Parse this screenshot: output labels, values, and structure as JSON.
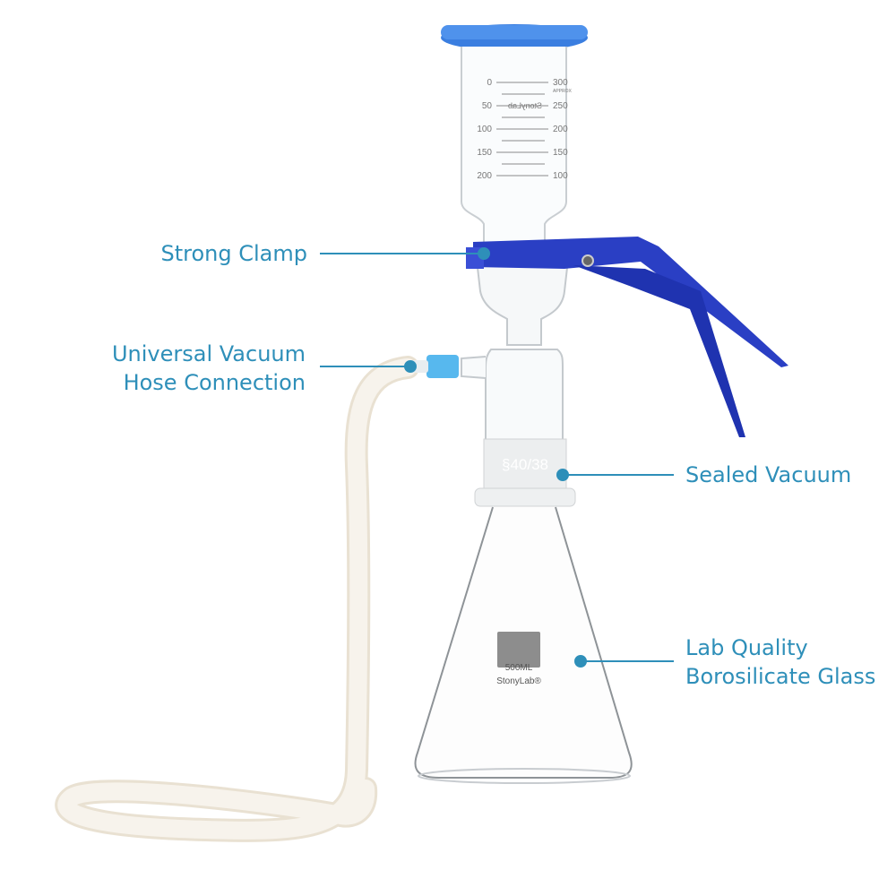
{
  "callouts": {
    "clamp": "Strong Clamp",
    "hose_line1": "Universal Vacuum",
    "hose_line2": "Hose Connection",
    "sealed": "Sealed Vacuum",
    "glass_line1": "Lab Quality",
    "glass_line2": "Borosilicate Glass"
  },
  "graduations": {
    "left": [
      "0",
      "50",
      "100",
      "150",
      "200"
    ],
    "right": [
      "300",
      "250",
      "200",
      "150",
      "100"
    ],
    "approx": "APPROX",
    "brand_mirror": "StonyLab"
  },
  "joint_label": "§40/38",
  "flask_label": {
    "volume": "500ML",
    "brand": "StonyLab®"
  },
  "colors": {
    "accent": "#2e8fb9",
    "clamp": "#2a3fc4",
    "cap": "#3a7ee0",
    "hose": "#f3ede2"
  }
}
